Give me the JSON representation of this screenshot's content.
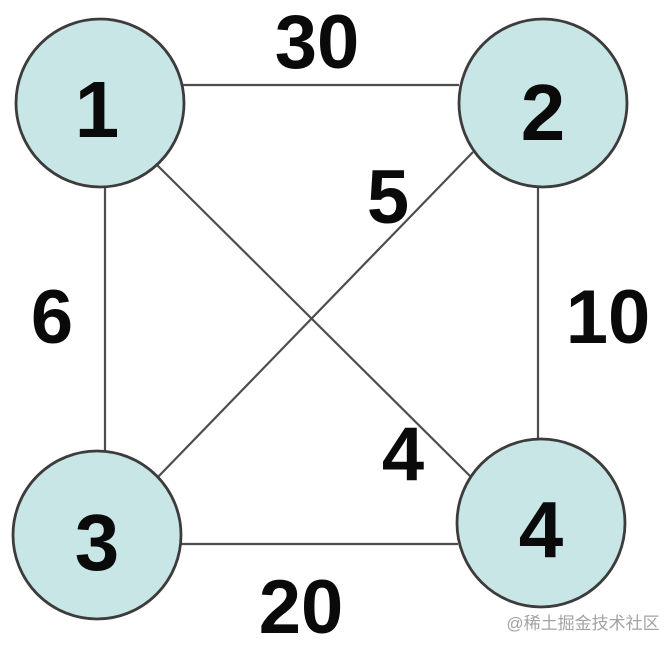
{
  "diagram": {
    "type": "undirected-weighted-graph",
    "nodes": [
      {
        "id": "1",
        "position": "top-left"
      },
      {
        "id": "2",
        "position": "top-right"
      },
      {
        "id": "3",
        "position": "bottom-left"
      },
      {
        "id": "4",
        "position": "bottom-right"
      }
    ],
    "edges": [
      {
        "from": "1",
        "to": "2",
        "weight": "30"
      },
      {
        "from": "1",
        "to": "3",
        "weight": "6"
      },
      {
        "from": "1",
        "to": "4",
        "weight": "4"
      },
      {
        "from": "2",
        "to": "3",
        "weight": "5"
      },
      {
        "from": "2",
        "to": "4",
        "weight": "10"
      },
      {
        "from": "3",
        "to": "4",
        "weight": "20"
      }
    ],
    "colors": {
      "node_fill": "#c9e6e6",
      "node_border": "#3c3c3c",
      "edge_line": "#4d4d4d",
      "label_text": "#0a0a0a",
      "watermark_text": "#a3a3a3",
      "background": "#ffffff"
    }
  },
  "watermark": {
    "label": "@稀土掘金技术社区"
  }
}
